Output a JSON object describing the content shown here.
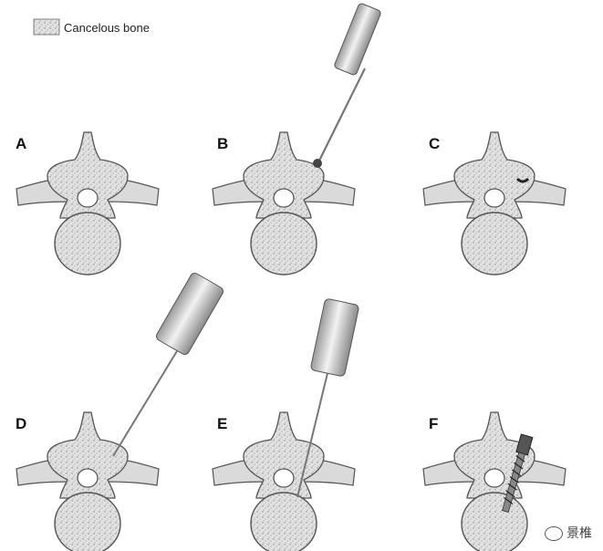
{
  "legend": {
    "label": "Cancelous bone",
    "swatch_icon": "cancellous-bone-swatch-icon"
  },
  "panels": [
    {
      "letter": "A",
      "tool": "none"
    },
    {
      "letter": "B",
      "tool": "ball-tip-probe"
    },
    {
      "letter": "C",
      "tool": "none"
    },
    {
      "letter": "D",
      "tool": "needle"
    },
    {
      "letter": "E",
      "tool": "needle"
    },
    {
      "letter": "F",
      "tool": "screw"
    }
  ],
  "watermark": {
    "text": "景椎",
    "icon": "wechat-icon"
  },
  "colors": {
    "bone": "#e4e4e4",
    "outline": "#555555",
    "tool": "#cfcfcf"
  }
}
